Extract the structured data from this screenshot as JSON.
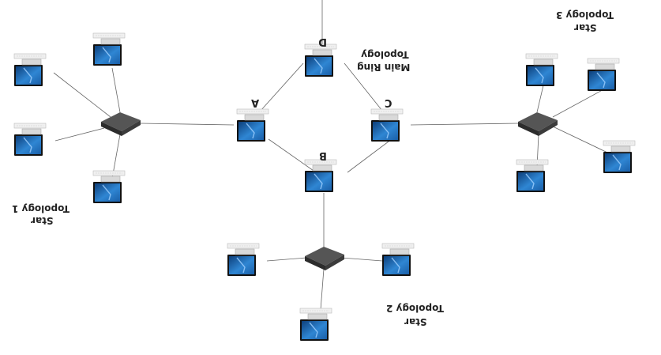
{
  "diagram": {
    "ring_label": [
      "Main Ring",
      "Topology"
    ],
    "ring_nodes": {
      "a": "A",
      "b": "B",
      "c": "C",
      "d": "D"
    },
    "star1_label": [
      "Star",
      "Topology 1"
    ],
    "star2_label": [
      "Star",
      "Topology 2"
    ],
    "star3_label": [
      "Star",
      "Topology 3"
    ],
    "colors": {
      "screen": "#1f6fb5",
      "hub": "#3a3a3a",
      "link": "#555555"
    }
  }
}
